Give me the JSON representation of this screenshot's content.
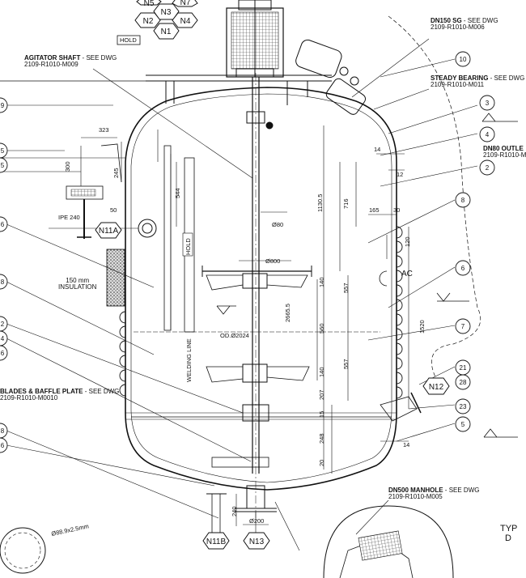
{
  "callouts": {
    "agitator": {
      "title": "AGITATOR SHAFT",
      "suffix": " - SEE DWG",
      "dwg": "2109-R1010-M009"
    },
    "dn150": {
      "title": "DN150 SG",
      "suffix": " - SEE DWG",
      "dwg": "2109-R1010-M006"
    },
    "steady": {
      "title": "STEADY BEARING",
      "suffix": " - SEE DWG",
      "dwg": "2109-R1010-M011"
    },
    "dn80": {
      "title": "DN80 OUTLE",
      "dwg": "2109-R1010-M"
    },
    "blades": {
      "title": "BLADES & BAFFLE PLATE",
      "suffix": " - SEE DWG",
      "dwg": "2109-R1010-M0010"
    },
    "manhole": {
      "title": "DN500 MANHOLE",
      "suffix": " - SEE DWG",
      "dwg": "2109-R1010-M005"
    },
    "insulation": {
      "line1": "150 mm",
      "line2": "INSULATION"
    },
    "typ": {
      "line1": "TYP",
      "line2": "D"
    }
  },
  "labels": {
    "hold_top": "HOLD",
    "hold_vertical": "HOLD",
    "welding_line": "WELDING LINE",
    "ipe": "IPE 240",
    "ac": "AC"
  },
  "nozzles": {
    "n5": "N5",
    "n3": "N3",
    "n7": "N7",
    "n2": "N2",
    "n4": "N4",
    "n1": "N1",
    "n11a": "N11A",
    "n12": "N12",
    "n11b": "N11B",
    "n13": "N13"
  },
  "balloons": {
    "r10": "10",
    "r3": "3",
    "r4": "4",
    "r2": "2",
    "r8": "8",
    "r6": "6",
    "r7": "7",
    "r21": "21",
    "r28": "28",
    "r23": "23",
    "r5": "5",
    "l9": "9",
    "l5a": "5",
    "l5b": "5",
    "l6a": "6",
    "l8": "8",
    "l2": "2",
    "l4": "4",
    "l6b": "6",
    "l8b": "8",
    "l6c": "6"
  },
  "dimensions": {
    "d323": "323",
    "d300": "300",
    "d245": "245",
    "d544": "544",
    "d50": "50",
    "d1130": "1130.5",
    "d716": "716",
    "d14a": "14",
    "d12": "12",
    "d165": "165",
    "d30": "30",
    "d120": "120",
    "phi80": "Ø80",
    "phi800": "Ø800",
    "d140a": "140",
    "d557a": "557",
    "d2665": "2665.5",
    "d560": "560",
    "d1520": "1520",
    "od2024": "OD.Ø2024",
    "d140b": "140",
    "d557b": "557",
    "d207": "207",
    "d15": "15",
    "d248": "248",
    "d20": "20",
    "d14b": "14",
    "d240": "240",
    "phi200": "Ø200",
    "pipe": "Ø88.9x2.5mm"
  }
}
